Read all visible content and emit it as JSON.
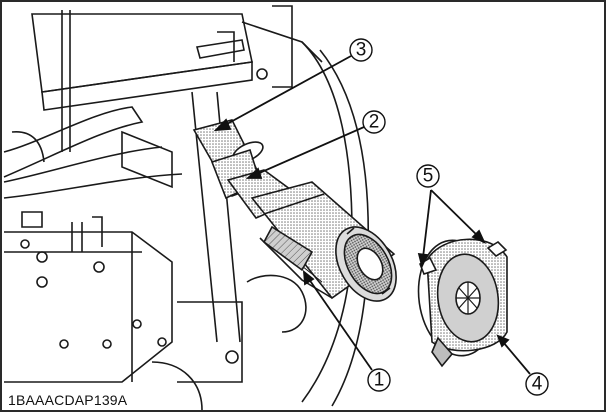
{
  "figure": {
    "code": "1BAAACDAP139A",
    "colors": {
      "line": "#1a1a1a",
      "stipple": "#9a9a9a",
      "paper": "#ffffff",
      "border": "#2a2a2a"
    }
  },
  "callouts": [
    {
      "id": "1",
      "label": "1"
    },
    {
      "id": "2",
      "label": "2"
    },
    {
      "id": "3",
      "label": "3"
    },
    {
      "id": "4",
      "label": "4"
    },
    {
      "id": "5",
      "label": "5"
    }
  ]
}
